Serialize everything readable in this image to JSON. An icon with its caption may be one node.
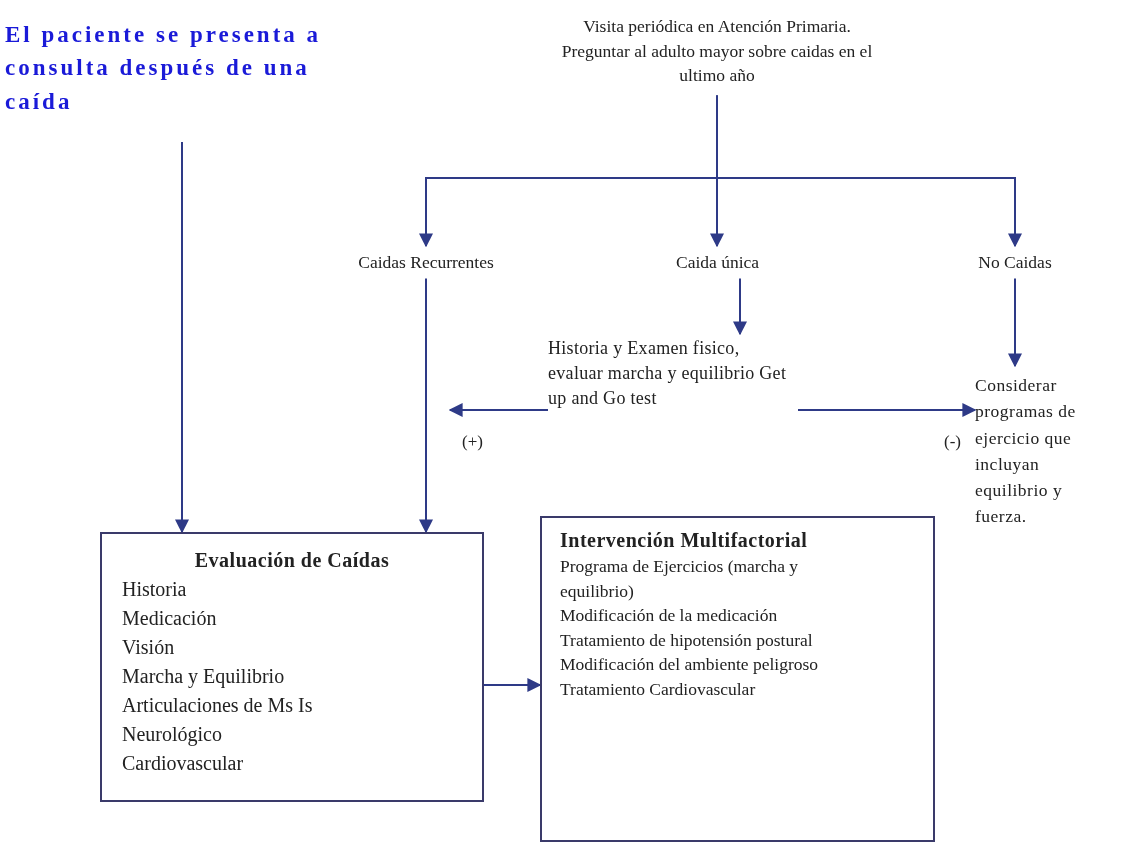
{
  "diagram": {
    "nodes": [
      {
        "text": [
          "El paciente se presenta a consulta después de una caída"
        ]
      },
      {
        "text": [
          "Visita periódica en Atención Primaria. Preguntar al adulto mayor sobre caidas en el ultimo año"
        ]
      },
      {
        "text": [
          "Caidas Recurrentes"
        ]
      },
      {
        "text": [
          "Caida única"
        ]
      },
      {
        "text": [
          "No Caidas"
        ]
      },
      {
        "text": [
          "Historia y Examen fisico, evaluar marcha y equilibrio Get up and Go test"
        ]
      },
      {
        "text": [
          "Considerar programas de ejercicio que incluyan equilibrio y fuerza."
        ]
      },
      {
        "text": [
          "Evaluación de Caídas",
          "Historia",
          "Medicación",
          "Visión",
          "Marcha y Equilibrio",
          "Articulaciones de Ms Is",
          "Neurológico",
          "Cardiovascular"
        ]
      },
      {
        "text": [
          "Intervención Multifactorial",
          "Programa de Ejercicios (marcha y equilibrio)",
          "Modificación de la medicación",
          "Tratamiento de hipotensión postural",
          "Modificación del ambiente peligroso",
          "Tratamiento Cardiovascular"
        ]
      }
    ],
    "edges": [
      {
        "from": 0,
        "to": 7,
        "arrow": "to"
      },
      {
        "from": 1,
        "to": 2,
        "arrow": "to"
      },
      {
        "from": 1,
        "to": 3,
        "arrow": "to"
      },
      {
        "from": 1,
        "to": 4,
        "arrow": "to"
      },
      {
        "from": 2,
        "to": 7,
        "arrow": "to"
      },
      {
        "from": 3,
        "to": 5,
        "arrow": "to"
      },
      {
        "from": 4,
        "to": 6,
        "arrow": "to"
      },
      {
        "from": 5,
        "to": null,
        "arrow": "to",
        "label": "(+)"
      },
      {
        "from": 5,
        "to": 6,
        "arrow": "to",
        "label": "(-)"
      },
      {
        "from": 7,
        "to": 8,
        "arrow": "to"
      }
    ]
  }
}
